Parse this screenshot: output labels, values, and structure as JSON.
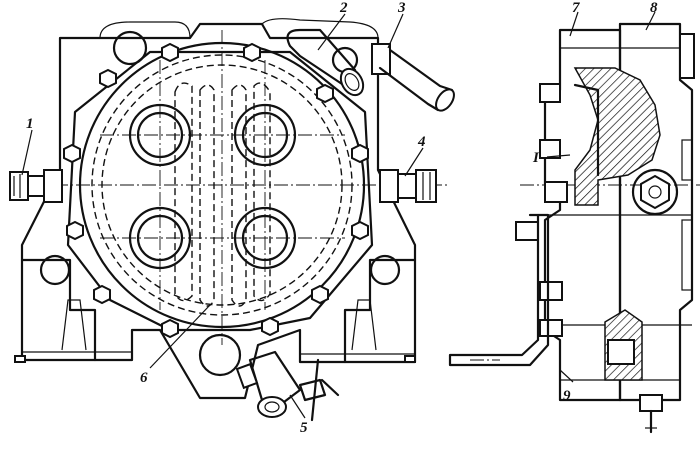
{
  "figure": {
    "labels": {
      "l1": "1",
      "l2": "2",
      "l3": "3",
      "l4": "4",
      "l5": "5",
      "l6": "6",
      "l7": "7",
      "l8": "8",
      "l9": "9",
      "detail": "I"
    }
  }
}
